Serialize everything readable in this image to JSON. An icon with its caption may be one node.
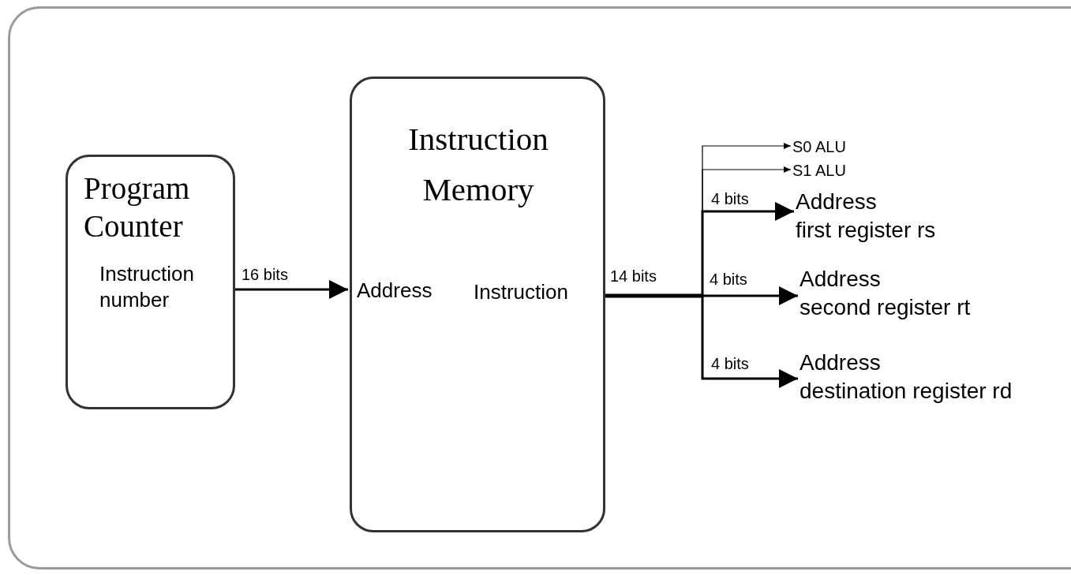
{
  "diagram": {
    "nodes": [
      {
        "text": [
          "Program Counter",
          "Instruction number"
        ]
      },
      {
        "text": [
          "Instruction Memory",
          "Address",
          "Instruction"
        ]
      },
      {
        "text": [
          "S0 ALU"
        ]
      },
      {
        "text": [
          "S1 ALU"
        ]
      },
      {
        "text": [
          "Address",
          "first register rs"
        ]
      },
      {
        "text": [
          "Address",
          "second register rt"
        ]
      },
      {
        "text": [
          "Address",
          "destination register rd"
        ]
      }
    ],
    "edges": [
      {
        "from": 0,
        "to": 1,
        "arrow": "to",
        "label": "16 bits"
      },
      {
        "from": 1,
        "to": 2,
        "arrow": "to"
      },
      {
        "from": 1,
        "to": 3,
        "arrow": "to"
      },
      {
        "from": 1,
        "to": 4,
        "arrow": "to",
        "label": "4 bits"
      },
      {
        "from": 1,
        "to": 5,
        "arrow": "to",
        "label": "4 bits"
      },
      {
        "from": 1,
        "to": 6,
        "arrow": "to",
        "label": "4 bits"
      }
    ],
    "labels": [
      "14 bits"
    ]
  }
}
